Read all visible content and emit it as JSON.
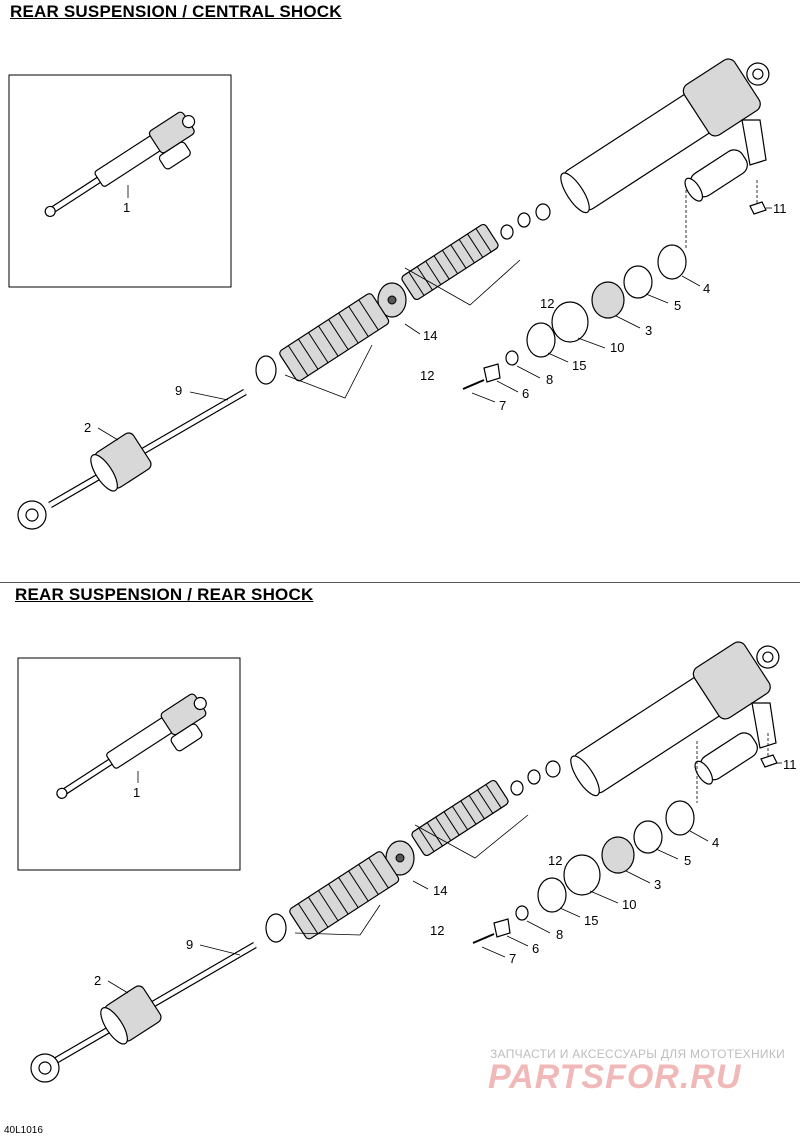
{
  "sections": [
    {
      "title": "REAR SUSPENSION / CENTRAL SHOCK",
      "inset_callout": "1",
      "callouts": [
        "9",
        "2",
        "12",
        "14",
        "12",
        "15",
        "10",
        "3",
        "5",
        "4",
        "11",
        "8",
        "6",
        "7"
      ]
    },
    {
      "title": "REAR SUSPENSION / REAR SHOCK",
      "inset_callout": "1",
      "callouts": [
        "9",
        "2",
        "12",
        "14",
        "12",
        "15",
        "10",
        "3",
        "5",
        "4",
        "11",
        "8",
        "6",
        "7"
      ]
    }
  ],
  "drawing_code": "40L1016",
  "watermark": {
    "line1": "ЗАПЧАСТИ И АКСЕССУАРЫ ДЛЯ МОТОТЕХНИКИ",
    "logo": "PARTSFOR.RU"
  }
}
